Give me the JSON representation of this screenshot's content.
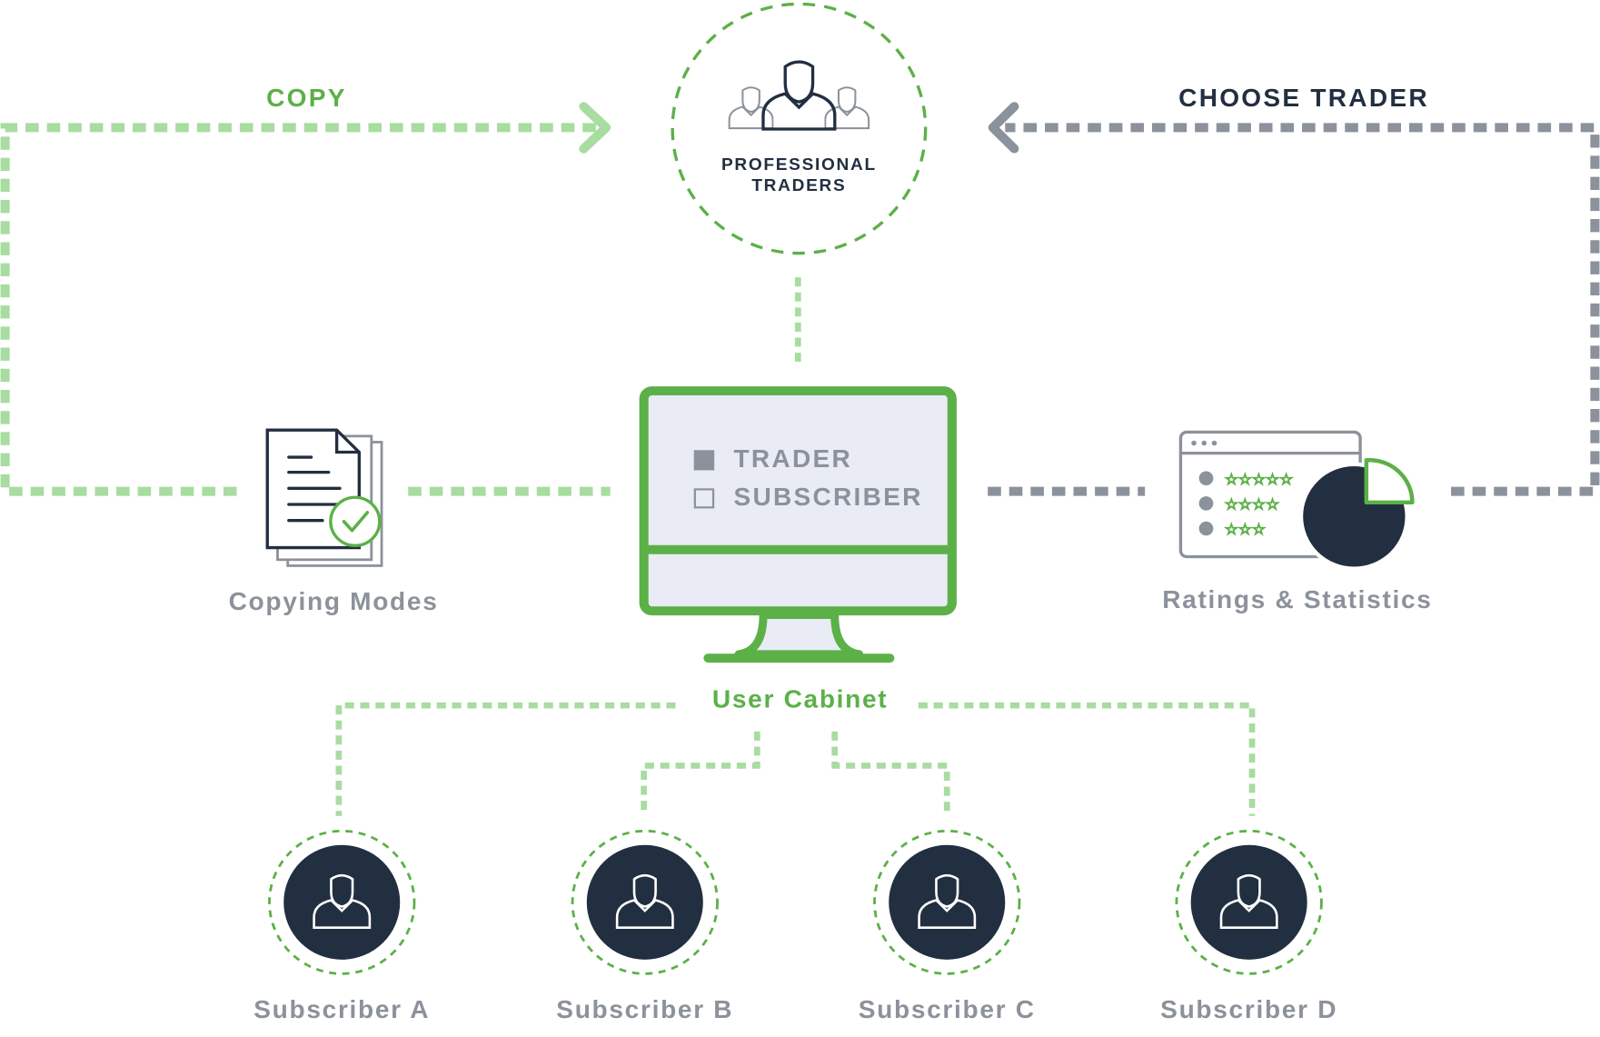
{
  "top_node": {
    "label": "PROFESSIONAL TRADERS",
    "icon": "traders-group-icon"
  },
  "left_arrow": {
    "label": "COPY",
    "color": "#5cb048"
  },
  "right_arrow": {
    "label": "CHOOSE TRADER",
    "color": "#222f40"
  },
  "left_node": {
    "label": "Copying Modes",
    "icon": "documents-check-icon"
  },
  "right_node": {
    "label": "Ratings & Statistics",
    "icon": "ratings-chart-icon"
  },
  "center_node": {
    "label": "User Cabinet",
    "icon": "monitor-icon",
    "options": [
      {
        "label": "TRADER",
        "checked": true
      },
      {
        "label": "SUBSCRIBER",
        "checked": false
      }
    ]
  },
  "subscribers": [
    {
      "label": "Subscriber A",
      "icon": "user-icon"
    },
    {
      "label": "Subscriber B",
      "icon": "user-icon"
    },
    {
      "label": "Subscriber C",
      "icon": "user-icon"
    },
    {
      "label": "Subscriber D",
      "icon": "user-icon"
    }
  ],
  "colors": {
    "green": "#5cb048",
    "light_green": "#a8dca0",
    "navy": "#222f40",
    "gray": "#8c929b"
  }
}
